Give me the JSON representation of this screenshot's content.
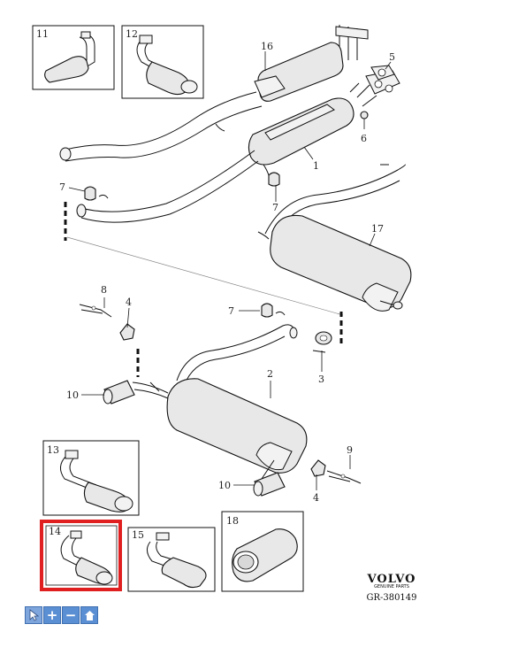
{
  "callouts": {
    "c1": "1",
    "c2": "2",
    "c3": "3",
    "c4a": "4",
    "c4b": "4",
    "c5": "5",
    "c6": "6",
    "c7a": "7",
    "c7b": "7",
    "c7c": "7",
    "c8": "8",
    "c9": "9",
    "c10a": "10",
    "c10b": "10",
    "c16": "16",
    "c17": "17"
  },
  "boxes": {
    "b11": "11",
    "b12": "12",
    "b13": "13",
    "b14": "14",
    "b15": "15",
    "b18": "18"
  },
  "highlight": {
    "selected_box": "14",
    "color": "#e02020"
  },
  "logo": {
    "brand": "VOLVO",
    "sub": "GENUINE PARTS",
    "code": "GR-380149"
  },
  "toolbar": {
    "icons": [
      "pointer-icon",
      "zoom-in-icon",
      "zoom-out-icon",
      "home-icon"
    ],
    "color": "#5b8fd3"
  }
}
